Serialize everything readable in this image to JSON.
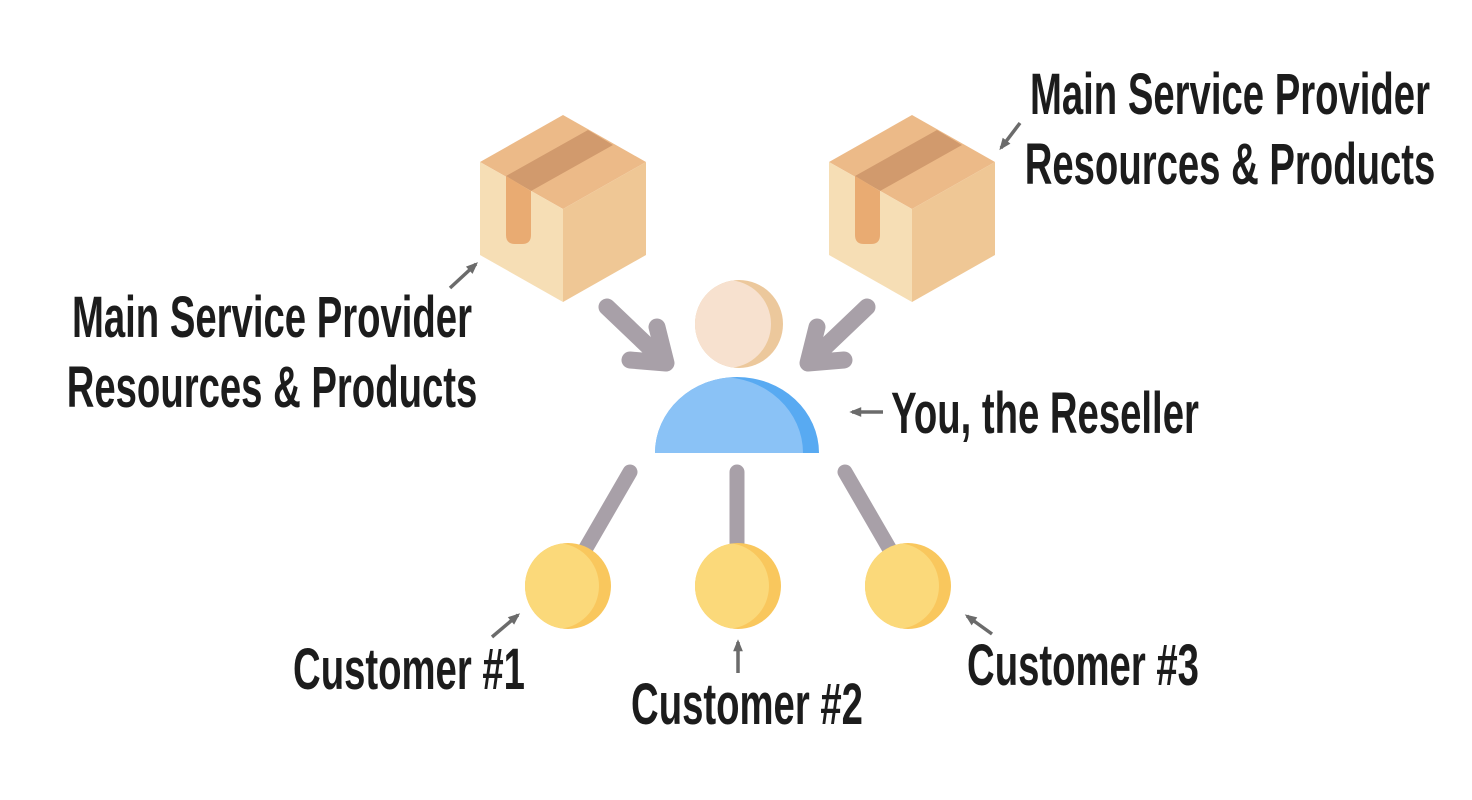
{
  "canvas": {
    "background": "#FFFFFF"
  },
  "labels": {
    "provider_left": {
      "line1": "Main Service Provider",
      "line2": "Resources & Products"
    },
    "provider_right": {
      "line1": "Main Service Provider",
      "line2": "Resources & Products"
    },
    "reseller": "You, the Reseller",
    "customers": [
      "Customer #1",
      "Customer #2",
      "Customer #3"
    ]
  },
  "icons": {
    "left_package": "package-box-icon",
    "right_package": "package-box-icon",
    "center": "reseller-person-icon",
    "customer": "customer-circle-icon",
    "flow": "thick-arrow-icon",
    "pointer": "thin-arrow-icon"
  },
  "colors": {
    "text": "#1C1C1C",
    "arrow_gray": "#A8A0A8",
    "pointer_gray": "#6B6B6B",
    "box_top": "#ECBA88",
    "box_tape": "#D19A6D",
    "box_left": "#F6DEB5",
    "box_right": "#EFC795",
    "box_tab": "#E9AB72",
    "person_head": "#F7E1CF",
    "person_head_shade": "#ECC89C",
    "person_body": "#8AC2F6",
    "person_body_shade": "#58AAF2",
    "customer": "#FBD97A",
    "customer_shade": "#F9C75D"
  }
}
